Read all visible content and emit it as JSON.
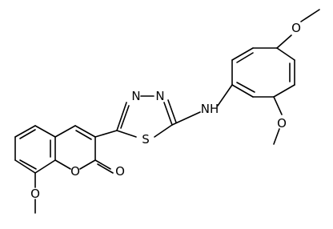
{
  "molecule": {
    "atoms": {
      "n_top_left": "N",
      "n_top_right": "N",
      "s_ring": "S",
      "nh_linker": "NH",
      "o_ring": "O",
      "o_carbonyl": "O",
      "o_methoxy_chromene": "O",
      "o_methoxy_ortho": "O",
      "o_methoxy_para": "O"
    }
  }
}
